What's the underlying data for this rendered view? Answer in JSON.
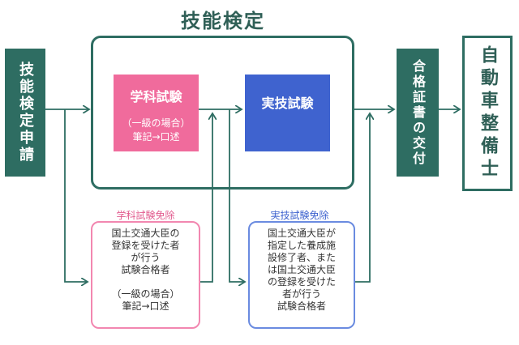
{
  "title": "技能検定",
  "apply": "技能検定申請",
  "written": {
    "label": "学科試験",
    "sub1": "（一級の場合）",
    "sub2": "筆記→口述"
  },
  "practical": {
    "label": "実技試験"
  },
  "certificate": "合格証書の交付",
  "mechanic": "自動車整備士",
  "written_exempt": {
    "label": "学科試験免除",
    "text": "国土交通大臣の\n登録を受けた者\nが行う\n試験合格者\n\n（一級の場合）\n筆記→口述"
  },
  "practical_exempt": {
    "label": "実技試験免除",
    "text": "国土交通大臣が\n指定した養成施\n設修了者、また\nは国土交通大臣\nの登録を受けた\n者が行う\n試験合格者"
  },
  "colors": {
    "teal": "#2e6d62",
    "pink": "#f06b9c",
    "blue": "#3f63cf"
  }
}
